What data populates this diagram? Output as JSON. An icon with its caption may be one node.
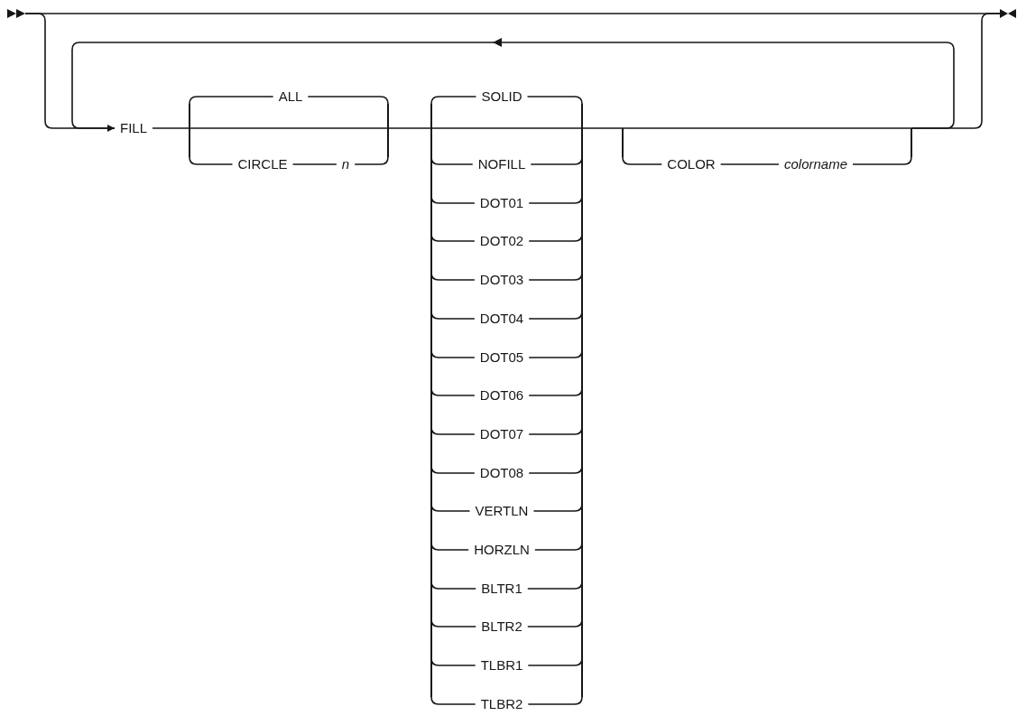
{
  "diagram": {
    "nodes": [
      {
        "text": [],
        "shape": "triangle"
      },
      {
        "text": [
          "FILL"
        ]
      },
      {
        "text": [],
        "shape": "bar"
      },
      {
        "text": [
          "ALL"
        ]
      },
      {
        "text": [
          "CIRCLE"
        ]
      },
      {
        "text": [
          "n"
        ]
      },
      {
        "text": [],
        "shape": "bar"
      },
      {
        "text": [],
        "shape": "bar"
      },
      {
        "text": [
          "SOLID"
        ]
      },
      {
        "text": [
          "NOFILL"
        ]
      },
      {
        "text": [
          "DOT01"
        ]
      },
      {
        "text": [
          "DOT02"
        ]
      },
      {
        "text": [
          "DOT03"
        ]
      },
      {
        "text": [
          "DOT04"
        ]
      },
      {
        "text": [
          "DOT05"
        ]
      },
      {
        "text": [
          "DOT06"
        ]
      },
      {
        "text": [
          "DOT07"
        ]
      },
      {
        "text": [
          "DOT08"
        ]
      },
      {
        "text": [
          "VERTLN"
        ]
      },
      {
        "text": [
          "HORZLN"
        ]
      },
      {
        "text": [
          "BLTR1"
        ]
      },
      {
        "text": [
          "BLTR2"
        ]
      },
      {
        "text": [
          "TLBR1"
        ]
      },
      {
        "text": [
          "TLBR2"
        ]
      },
      {
        "text": [],
        "shape": "bar"
      },
      {
        "text": [],
        "shape": "bar"
      },
      {
        "text": [
          "COLOR"
        ]
      },
      {
        "text": [
          "colorname"
        ]
      },
      {
        "text": [],
        "shape": "bar"
      },
      {
        "text": [],
        "shape": "triangle"
      }
    ],
    "edges": [
      {
        "from": 0,
        "to": 29,
        "arrow": "none"
      },
      {
        "from": 0,
        "to": 1,
        "arrow": "none"
      },
      {
        "from": 1,
        "to": 2,
        "arrow": "none"
      },
      {
        "from": 2,
        "to": 6,
        "arrow": "none"
      },
      {
        "from": 2,
        "to": 3,
        "arrow": "none"
      },
      {
        "from": 2,
        "to": 4,
        "arrow": "none"
      },
      {
        "from": 4,
        "to": 5,
        "arrow": "none"
      },
      {
        "from": 3,
        "to": 6,
        "arrow": "none"
      },
      {
        "from": 5,
        "to": 6,
        "arrow": "none"
      },
      {
        "from": 6,
        "to": 7,
        "arrow": "none"
      },
      {
        "from": 7,
        "to": 24,
        "arrow": "none"
      },
      {
        "from": 7,
        "to": 8,
        "arrow": "none"
      },
      {
        "from": 7,
        "to": 9,
        "arrow": "none"
      },
      {
        "from": 7,
        "to": 10,
        "arrow": "none"
      },
      {
        "from": 7,
        "to": 11,
        "arrow": "none"
      },
      {
        "from": 7,
        "to": 12,
        "arrow": "none"
      },
      {
        "from": 7,
        "to": 13,
        "arrow": "none"
      },
      {
        "from": 7,
        "to": 14,
        "arrow": "none"
      },
      {
        "from": 7,
        "to": 15,
        "arrow": "none"
      },
      {
        "from": 7,
        "to": 16,
        "arrow": "none"
      },
      {
        "from": 7,
        "to": 17,
        "arrow": "none"
      },
      {
        "from": 7,
        "to": 18,
        "arrow": "none"
      },
      {
        "from": 7,
        "to": 19,
        "arrow": "none"
      },
      {
        "from": 7,
        "to": 20,
        "arrow": "none"
      },
      {
        "from": 7,
        "to": 21,
        "arrow": "none"
      },
      {
        "from": 7,
        "to": 22,
        "arrow": "none"
      },
      {
        "from": 7,
        "to": 23,
        "arrow": "none"
      },
      {
        "from": 8,
        "to": 24,
        "arrow": "none"
      },
      {
        "from": 9,
        "to": 24,
        "arrow": "none"
      },
      {
        "from": 10,
        "to": 24,
        "arrow": "none"
      },
      {
        "from": 11,
        "to": 24,
        "arrow": "none"
      },
      {
        "from": 12,
        "to": 24,
        "arrow": "none"
      },
      {
        "from": 13,
        "to": 24,
        "arrow": "none"
      },
      {
        "from": 14,
        "to": 24,
        "arrow": "none"
      },
      {
        "from": 15,
        "to": 24,
        "arrow": "none"
      },
      {
        "from": 16,
        "to": 24,
        "arrow": "none"
      },
      {
        "from": 17,
        "to": 24,
        "arrow": "none"
      },
      {
        "from": 18,
        "to": 24,
        "arrow": "none"
      },
      {
        "from": 19,
        "to": 24,
        "arrow": "none"
      },
      {
        "from": 20,
        "to": 24,
        "arrow": "none"
      },
      {
        "from": 21,
        "to": 24,
        "arrow": "none"
      },
      {
        "from": 22,
        "to": 24,
        "arrow": "none"
      },
      {
        "from": 23,
        "to": 24,
        "arrow": "none"
      },
      {
        "from": 24,
        "to": 25,
        "arrow": "none"
      },
      {
        "from": 25,
        "to": 28,
        "arrow": "none"
      },
      {
        "from": 25,
        "to": 26,
        "arrow": "none"
      },
      {
        "from": 26,
        "to": 27,
        "arrow": "none"
      },
      {
        "from": 27,
        "to": 28,
        "arrow": "none"
      },
      {
        "from": 28,
        "to": 29,
        "arrow": "none"
      },
      {
        "from": 28,
        "to": 1,
        "arrow": "to"
      }
    ]
  }
}
